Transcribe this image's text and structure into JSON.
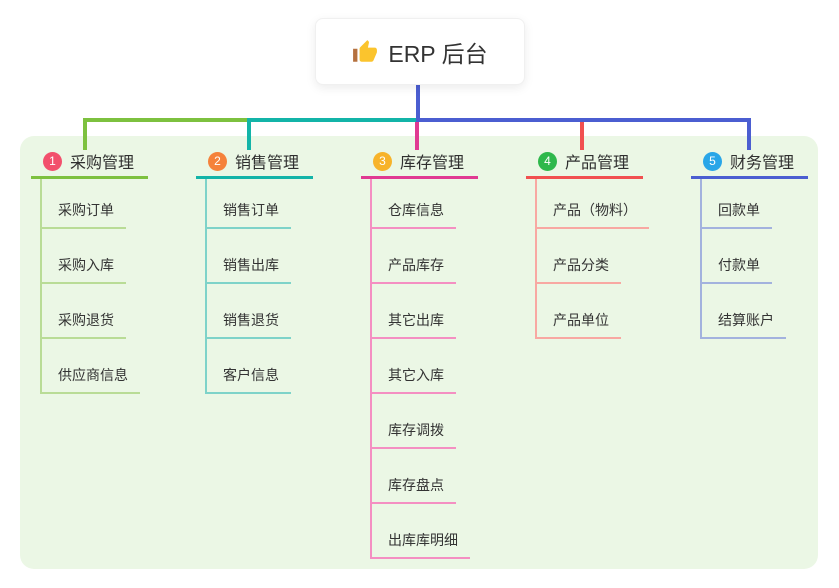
{
  "root_node": {
    "label": "ERP 后台",
    "icon": "thumbs-up-icon",
    "background": "#ffffff"
  },
  "container": {
    "background": "#ebf7e5"
  },
  "connector_colors": {
    "root_line": "#4b5ed1",
    "trunk_green": "#7dc13f",
    "trunk_teal": "#13b4a8",
    "trunk_blue": "#4b5ed1",
    "drop_magenta": "#e03a92",
    "drop_red": "#f15050"
  },
  "branches": [
    {
      "number": "1",
      "title": "采购管理",
      "badge_color": "#f2506c",
      "line_color": "#7dc13f",
      "child_line_color": "#b9dc96",
      "children": [
        "采购订单",
        "采购入库",
        "采购退货",
        "供应商信息"
      ]
    },
    {
      "number": "2",
      "title": "销售管理",
      "badge_color": "#f5823b",
      "line_color": "#13b4a8",
      "child_line_color": "#7ed3c9",
      "children": [
        "销售订单",
        "销售出库",
        "销售退货",
        "客户信息"
      ]
    },
    {
      "number": "3",
      "title": "库存管理",
      "badge_color": "#f7b32a",
      "line_color": "#e03a92",
      "child_line_color": "#f48fc2",
      "children": [
        "仓库信息",
        "产品库存",
        "其它出库",
        "其它入库",
        "库存调拨",
        "库存盘点",
        "出库库明细"
      ]
    },
    {
      "number": "4",
      "title": "产品管理",
      "badge_color": "#2eb84b",
      "line_color": "#f15050",
      "child_line_color": "#f8a8a2",
      "children": [
        "产品（物料）",
        "产品分类",
        "产品单位"
      ]
    },
    {
      "number": "5",
      "title": "财务管理",
      "badge_color": "#29a6e8",
      "line_color": "#4b5ed1",
      "child_line_color": "#a3b2de",
      "children": [
        "回款单",
        "付款单",
        "结算账户"
      ]
    }
  ]
}
